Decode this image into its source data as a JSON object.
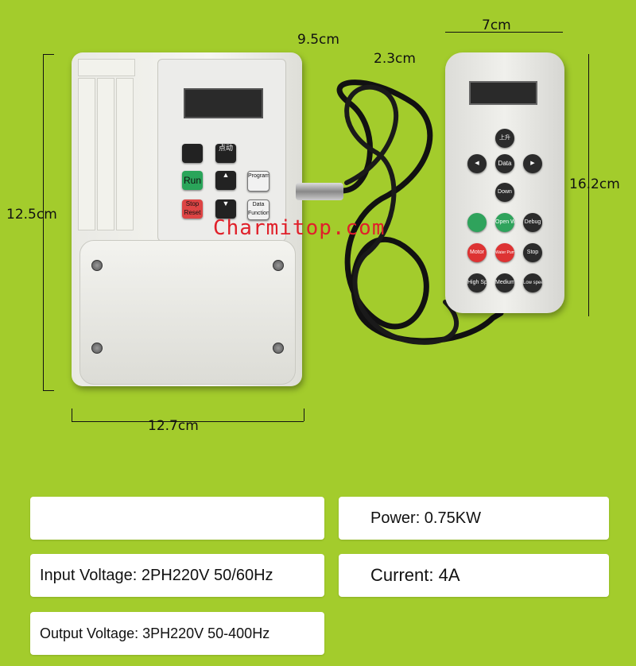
{
  "dimensions": {
    "width_top": "9.5cm",
    "height_left": "12.5cm",
    "width_bottom": "12.7cm",
    "remote_width": "7cm",
    "remote_depth": "2.3cm",
    "remote_height": "16.2cm"
  },
  "inverter": {
    "run_label": "Run",
    "stop_label": "Stop\nReset",
    "data_label": "Data\nFunction",
    "prog_label": "Program",
    "jog_label": "点动"
  },
  "remote": {
    "up_label": "上升",
    "data_label": "Data",
    "down_label": "Down",
    "open_label": "Open\nWarm",
    "debug_label": "Debug",
    "motor_label": "Motor",
    "water_pump_label": "Water Pump",
    "stop_label": "Stop",
    "high_speed_label": "High\nSpeed",
    "medium_speed_label": "Medium\nspeed",
    "low_speed_label": "Low speed"
  },
  "watermark": "Charmitop.com",
  "specs": {
    "blank": "",
    "power": "Power: 0.75KW",
    "input_voltage": "Input Voltage: 2PH220V 50/60Hz",
    "current": "Current: 4A",
    "output_voltage": "Output Voltage: 3PH220V 50-400Hz"
  }
}
